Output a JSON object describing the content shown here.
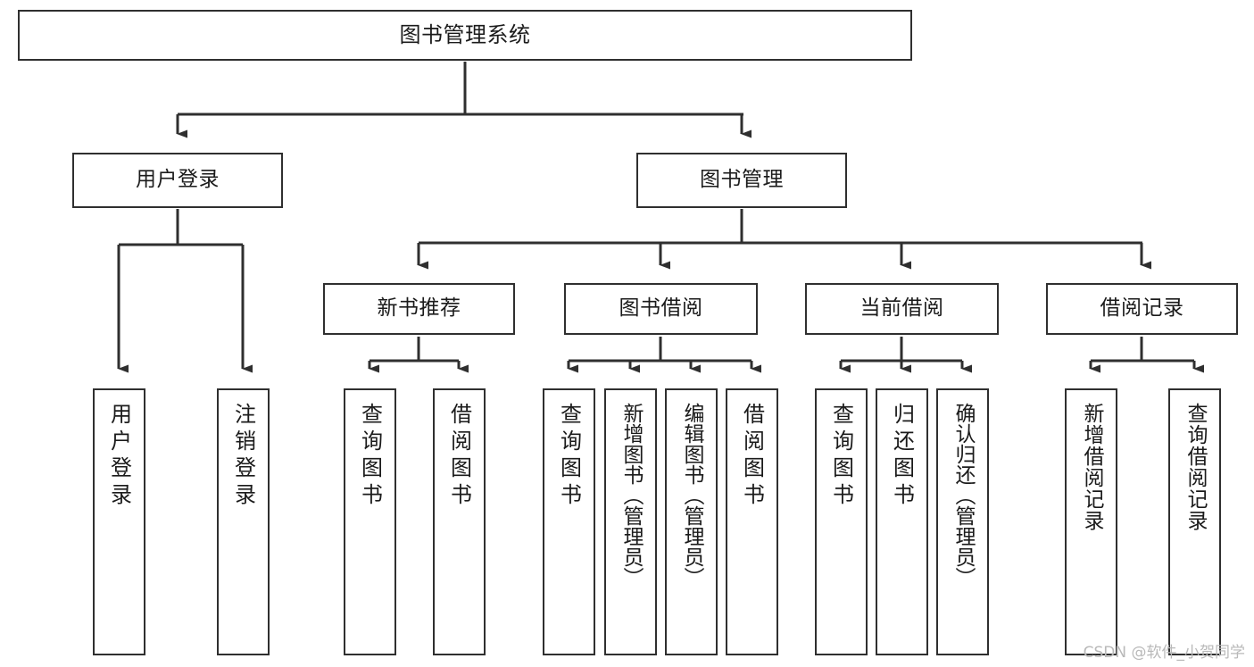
{
  "diagram": {
    "kind": "tree-structure-chart",
    "title": "图书管理系统",
    "line_color": "#2f2f2f",
    "box_fill": "#ffffff",
    "text_color": "#1b1b1b",
    "watermark": "CSDN @软件_小贺同学"
  },
  "root": {
    "label": "图书管理系统"
  },
  "level2": [
    {
      "label": "用户登录"
    },
    {
      "label": "图书管理"
    }
  ],
  "level3": [
    {
      "label": "新书推荐"
    },
    {
      "label": "图书借阅"
    },
    {
      "label": "当前借阅"
    },
    {
      "label": "借阅记录"
    }
  ],
  "leaves": {
    "user_login": [
      {
        "label": "用户登录"
      },
      {
        "label": "注销登录"
      }
    ],
    "new_book_recommend": [
      {
        "label": "查询图书"
      },
      {
        "label": "借阅图书"
      }
    ],
    "book_borrow": [
      {
        "label": "查询图书"
      },
      {
        "label": "新增图书（管理员）"
      },
      {
        "label": "编辑图书（管理员）"
      },
      {
        "label": "借阅图书"
      }
    ],
    "current_borrow": [
      {
        "label": "查询图书"
      },
      {
        "label": "归还图书"
      },
      {
        "label": "确认归还（管理员）"
      }
    ],
    "borrow_records": [
      {
        "label": "新增借阅记录"
      },
      {
        "label": "查询借阅记录"
      }
    ]
  }
}
